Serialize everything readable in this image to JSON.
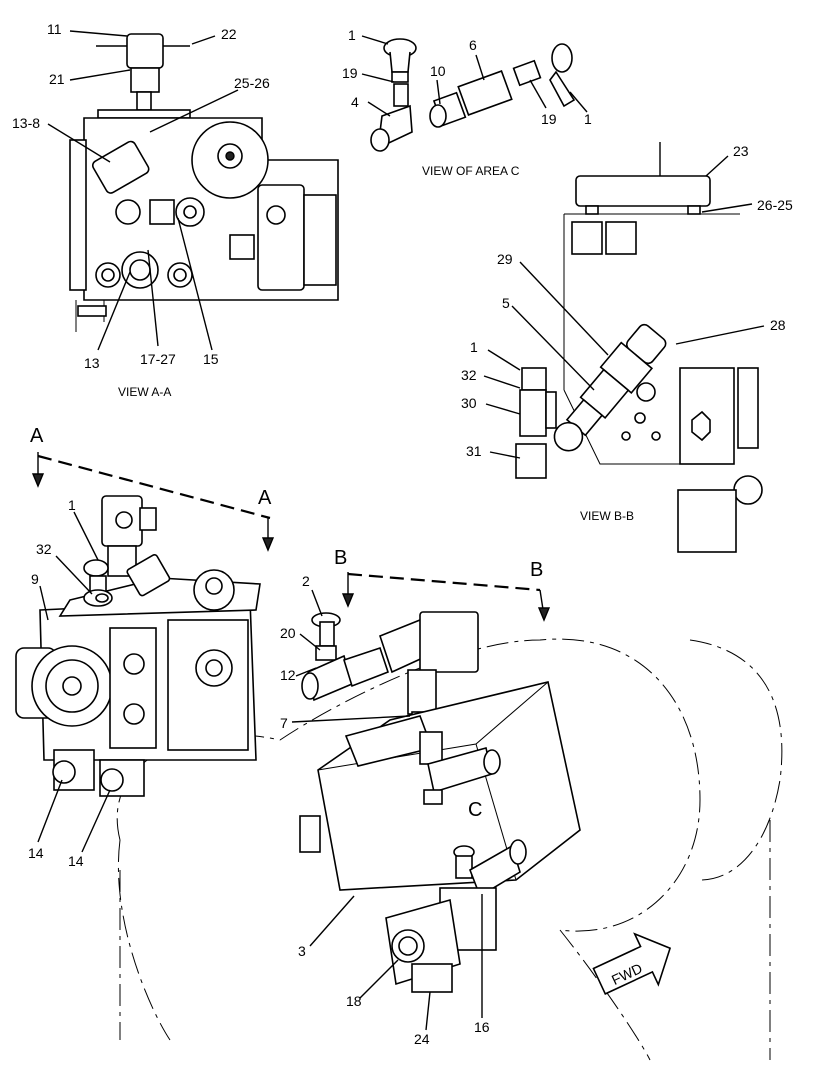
{
  "diagram": {
    "callouts": {
      "c11": "11",
      "c22": "22",
      "c21": "21",
      "c2526a": "25-26",
      "c138": "13-8",
      "c13": "13",
      "c1727": "17-27",
      "c15": "15",
      "c1a": "1",
      "c6": "6",
      "c19a": "19",
      "c10": "10",
      "c4": "4",
      "c19b": "19",
      "c1b": "1",
      "c23": "23",
      "c2625": "26-25",
      "c29": "29",
      "c5": "5",
      "c28": "28",
      "c1c": "1",
      "c32a": "32",
      "c30": "30",
      "c31": "31",
      "c1d": "1",
      "c32b": "32",
      "c9": "9",
      "c14a": "14",
      "c14b": "14",
      "c2": "2",
      "c20": "20",
      "c12": "12",
      "c7": "7",
      "c3": "3",
      "c18": "18",
      "c24": "24",
      "c16": "16"
    },
    "views": {
      "view_aa": "VIEW A-A",
      "view_c": "VIEW OF AREA  C",
      "view_bb": "VIEW B-B"
    },
    "section_marks": {
      "a_left": "A",
      "a_right": "A",
      "b_left": "B",
      "b_right": "B",
      "c_area": "C"
    },
    "direction_arrow": "FWD"
  }
}
